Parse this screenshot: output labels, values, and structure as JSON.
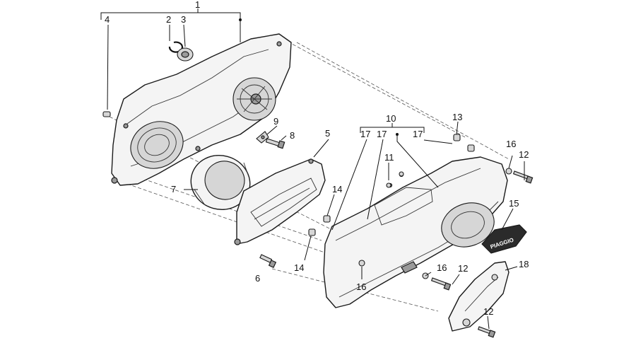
{
  "callouts": {
    "c1": "1",
    "c2": "2",
    "c3": "3",
    "c4": "4",
    "c5": "5",
    "c6": "6",
    "c7": "7",
    "c8": "8",
    "c9": "9",
    "c10": "10",
    "c11": "11",
    "c12a": "12",
    "c12b": "12",
    "c12c": "12",
    "c13": "13",
    "c14a": "14",
    "c14b": "14",
    "c15": "15",
    "c16a": "16",
    "c16b": "16",
    "c16c": "16",
    "c17a": "17",
    "c17b": "17",
    "c17c": "17",
    "c18": "18"
  },
  "badge": {
    "text": "PIAGGIO"
  },
  "colors": {
    "line": "#1a1a1a",
    "fill": "#f4f4f4",
    "shade": "#9a9a9a"
  }
}
